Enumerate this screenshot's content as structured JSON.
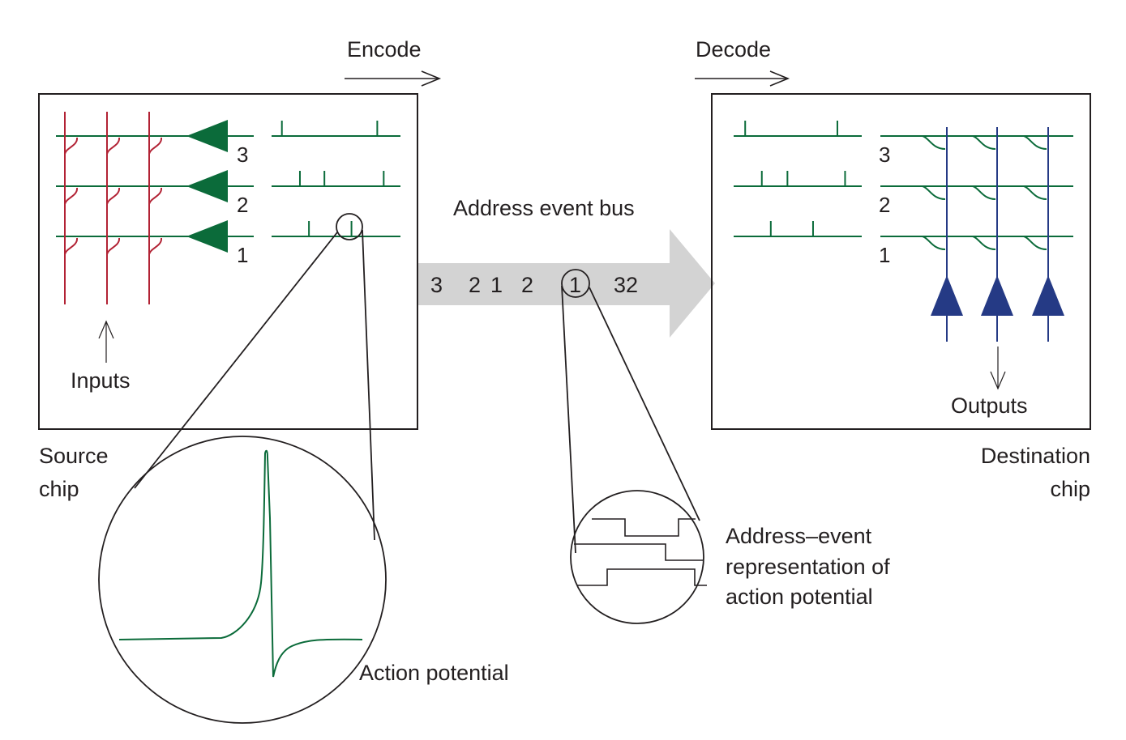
{
  "colors": {
    "green": "#0b6b3a",
    "red": "#b22234",
    "blue": "#253a85",
    "black": "#231f20",
    "bus_gray": "#d3d3d3"
  },
  "labels": {
    "encode": "Encode",
    "decode": "Decode",
    "bus_title": "Address event bus",
    "inputs": "Inputs",
    "outputs": "Outputs",
    "source_chip": [
      "Source",
      "chip"
    ],
    "destination_chip": [
      "Destination",
      "chip"
    ],
    "action_potential": "Action potential",
    "aer_caption": [
      "Address–event",
      "representation of",
      "action potential"
    ]
  },
  "source_chip": {
    "row_numbers": [
      "3",
      "2",
      "1"
    ],
    "spike_trains": [
      {
        "row": "3",
        "spikes": [
          0.08,
          0.82
        ]
      },
      {
        "row": "2",
        "spikes": [
          0.22,
          0.41,
          0.87
        ]
      },
      {
        "row": "1",
        "spikes": [
          0.29,
          0.62
        ]
      }
    ],
    "input_count": 3
  },
  "destination_chip": {
    "row_numbers": [
      "3",
      "2",
      "1"
    ],
    "spike_trains": [
      {
        "row": "3",
        "spikes": [
          0.09,
          0.81
        ]
      },
      {
        "row": "2",
        "spikes": [
          0.22,
          0.42,
          0.87
        ]
      },
      {
        "row": "1",
        "spikes": [
          0.29,
          0.62
        ]
      }
    ],
    "output_count": 3
  },
  "bus": {
    "events": [
      "3",
      "2",
      "1",
      "2",
      "1",
      "32"
    ],
    "highlighted_event": "1"
  }
}
